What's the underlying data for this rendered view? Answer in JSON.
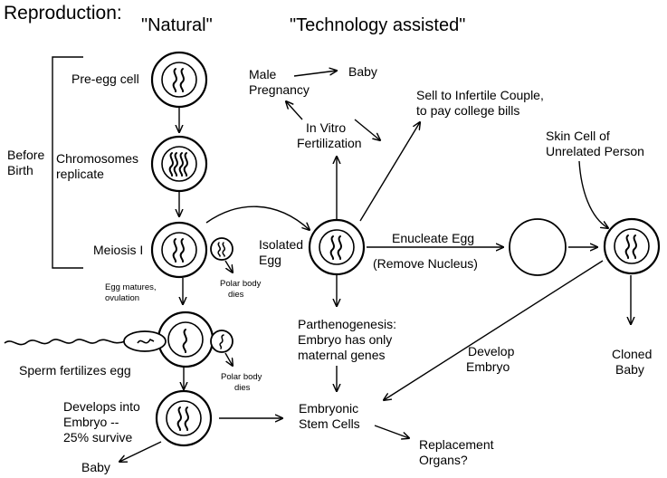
{
  "headings": {
    "section": "Reproduction:",
    "natural": "\"Natural\"",
    "technology": "\"Technology assisted\""
  },
  "labels": {
    "pre_egg_cell": "Pre-egg cell",
    "chromosomes_1": "Chromosomes",
    "chromosomes_2": "replicate",
    "before_birth_1": "Before",
    "before_birth_2": "Birth",
    "meiosis": "Meiosis I",
    "egg_matures_1": "Egg matures,",
    "egg_matures_2": "ovulation",
    "polar1_1": "Polar body",
    "polar1_2": "dies",
    "polar2_1": "Polar body",
    "polar2_2": "dies",
    "sperm": "Sperm fertilizes egg",
    "develops_1": "Develops into",
    "develops_2": "Embryo --",
    "develops_3": "25% survive",
    "baby_bottom": "Baby",
    "male_1": "Male",
    "male_2": "Pregnancy",
    "baby_top": "Baby",
    "ivf_1": "In Vitro",
    "ivf_2": "Fertilization",
    "sell_1": "Sell to Infertile Couple,",
    "sell_2": "to pay college bills",
    "skin_1": "Skin Cell of",
    "skin_2": "Unrelated Person",
    "isolated_1": "Isolated",
    "isolated_2": "Egg",
    "enucleate": "Enucleate Egg",
    "remove": "(Remove Nucleus)",
    "parth_1": "Parthenogenesis:",
    "parth_2": "Embryo has only",
    "parth_3": "maternal genes",
    "develop_emb_1": "Develop",
    "develop_emb_2": "Embryo",
    "cloned_1": "Cloned",
    "cloned_2": "Baby",
    "stem_1": "Embryonic",
    "stem_2": "Stem Cells",
    "replace_1": "Replacement",
    "replace_2": "Organs?"
  }
}
